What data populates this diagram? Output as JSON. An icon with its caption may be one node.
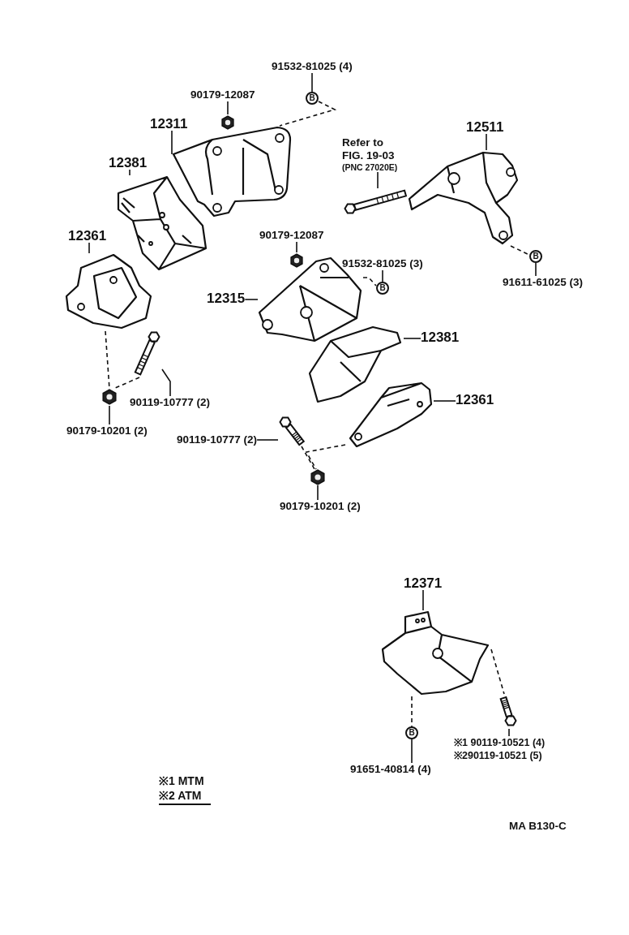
{
  "diagram": {
    "nodes": [
      {
        "text": [
          "91532-81025 (4)"
        ]
      },
      {
        "text": [
          "B"
        ]
      },
      {
        "text": [
          "90179-12087"
        ]
      },
      {
        "text": [],
        "shape": "picture"
      },
      {
        "text": [
          "12311"
        ]
      },
      {
        "text": [],
        "shape": "picture"
      },
      {
        "text": [
          "12381"
        ]
      },
      {
        "text": [],
        "shape": "picture"
      },
      {
        "text": [
          "12361"
        ]
      },
      {
        "text": [],
        "shape": "picture"
      },
      {
        "text": [
          "90119-10777 (2)"
        ]
      },
      {
        "text": [],
        "shape": "picture"
      },
      {
        "text": [
          "90179-10201 (2)"
        ]
      },
      {
        "text": [],
        "shape": "picture"
      },
      {
        "text": [
          "Refer to FIG. 19-03",
          "(PNC 27020E)"
        ]
      },
      {
        "text": [],
        "shape": "picture"
      },
      {
        "text": [
          "12511"
        ]
      },
      {
        "text": [],
        "shape": "picture"
      },
      {
        "text": [
          "B"
        ]
      },
      {
        "text": [
          "91611-61025 (3)"
        ]
      },
      {
        "text": [
          "90179-12087"
        ]
      },
      {
        "text": [],
        "shape": "picture"
      },
      {
        "text": [
          "91532-81025 (3)"
        ]
      },
      {
        "text": [
          "B"
        ]
      },
      {
        "text": [
          "12315"
        ]
      },
      {
        "text": [],
        "shape": "picture"
      },
      {
        "text": [
          "12381"
        ]
      },
      {
        "text": [],
        "shape": "picture"
      },
      {
        "text": [
          "12361"
        ]
      },
      {
        "text": [],
        "shape": "picture"
      },
      {
        "text": [
          "90119-10777 (2)"
        ]
      },
      {
        "text": [],
        "shape": "picture"
      },
      {
        "text": [
          "90179-10201 (2)"
        ]
      },
      {
        "text": [],
        "shape": "picture"
      },
      {
        "text": [
          "12371"
        ]
      },
      {
        "text": [],
        "shape": "picture"
      },
      {
        "text": [
          "B"
        ]
      },
      {
        "text": [
          "91651-40814 (4)"
        ]
      },
      {
        "text": [],
        "shape": "picture"
      },
      {
        "text": [
          "※1 90119-10521 (4)",
          "※290119-10521 (5)"
        ]
      }
    ],
    "edges": [
      {
        "from": 0,
        "to": 1,
        "arrow": "none"
      },
      {
        "from": 1,
        "to": 5,
        "arrow": "none",
        "style": "dashed"
      },
      {
        "from": 2,
        "to": 3,
        "arrow": "none"
      },
      {
        "from": 4,
        "to": 5,
        "arrow": "none"
      },
      {
        "from": 6,
        "to": 7,
        "arrow": "none"
      },
      {
        "from": 8,
        "to": 9,
        "arrow": "none"
      },
      {
        "from": 9,
        "to": 13,
        "arrow": "none",
        "style": "dashed"
      },
      {
        "from": 11,
        "to": 13,
        "arrow": "none",
        "style": "dashed"
      },
      {
        "from": 10,
        "to": 11,
        "arrow": "none"
      },
      {
        "from": 12,
        "to": 13,
        "arrow": "none"
      },
      {
        "from": 14,
        "to": 15,
        "arrow": "none"
      },
      {
        "from": 16,
        "to": 17,
        "arrow": "none"
      },
      {
        "from": 17,
        "to": 18,
        "arrow": "none",
        "style": "dashed"
      },
      {
        "from": 19,
        "to": 18,
        "arrow": "none"
      },
      {
        "from": 20,
        "to": 21,
        "arrow": "none"
      },
      {
        "from": 22,
        "to": 23,
        "arrow": "none"
      },
      {
        "from": 25,
        "to": 23,
        "arrow": "none",
        "style": "dashed"
      },
      {
        "from": 24,
        "to": 25,
        "arrow": "none"
      },
      {
        "from": 26,
        "to": 27,
        "arrow": "none"
      },
      {
        "from": 28,
        "to": 29,
        "arrow": "none"
      },
      {
        "from": 30,
        "to": 31,
        "arrow": "none"
      },
      {
        "from": 31,
        "to": 33,
        "arrow": "none",
        "style": "dashed"
      },
      {
        "from": 29,
        "to": 33,
        "arrow": "none",
        "style": "dashed"
      },
      {
        "from": 32,
        "to": 33,
        "arrow": "none"
      },
      {
        "from": 34,
        "to": 35,
        "arrow": "none"
      },
      {
        "from": 35,
        "to": 36,
        "arrow": "none",
        "style": "dashed"
      },
      {
        "from": 37,
        "to": 36,
        "arrow": "none"
      },
      {
        "from": 35,
        "to": 38,
        "arrow": "none",
        "style": "dashed"
      },
      {
        "from": 39,
        "to": 38,
        "arrow": "none"
      }
    ],
    "labels": [
      "※1 MTM",
      "※2 ATM",
      "MA B130-C"
    ]
  }
}
